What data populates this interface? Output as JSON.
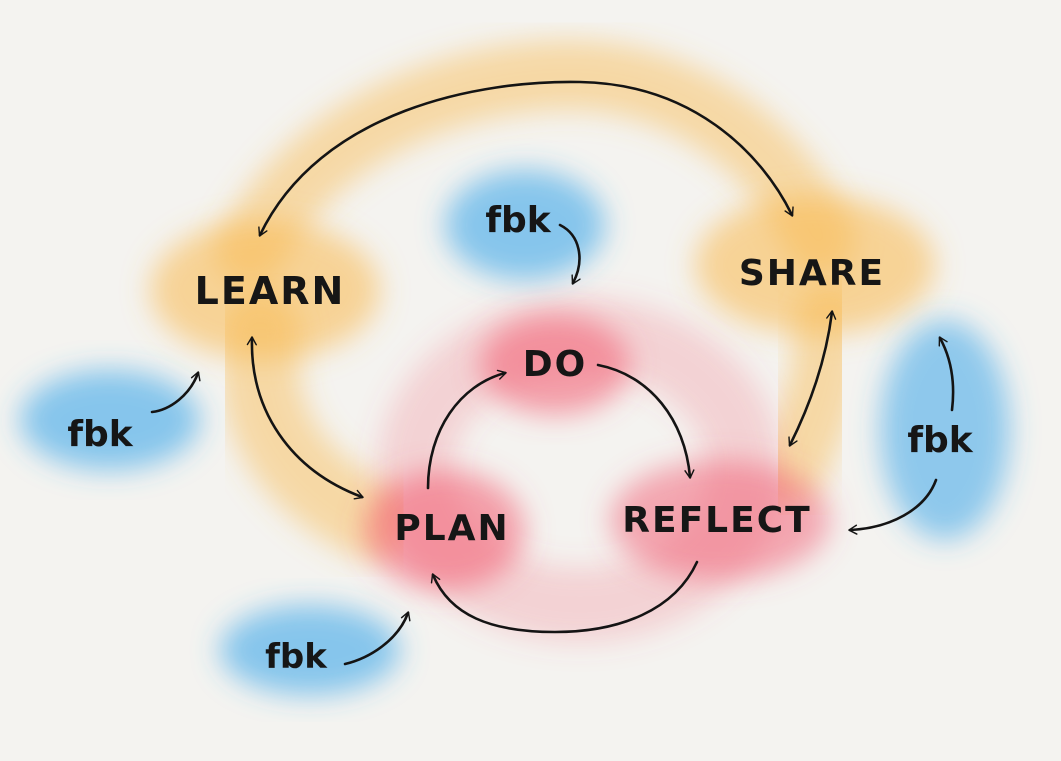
{
  "diagram": {
    "nodes": {
      "learn": {
        "label": "LEARN"
      },
      "share": {
        "label": "SHARE"
      },
      "do": {
        "label": "DO"
      },
      "plan": {
        "label": "PLAN"
      },
      "reflect": {
        "label": "REFLECT"
      }
    },
    "feedback": {
      "top": "fbk",
      "left": "fbk",
      "bottom": "fbk",
      "right": "fbk"
    },
    "colors": {
      "orange_wash": "#f9b84a",
      "red_wash": "#f25a6f",
      "blue_wash": "#3aa6ea",
      "ink": "#141414",
      "paper": "#f4f3f0"
    }
  }
}
